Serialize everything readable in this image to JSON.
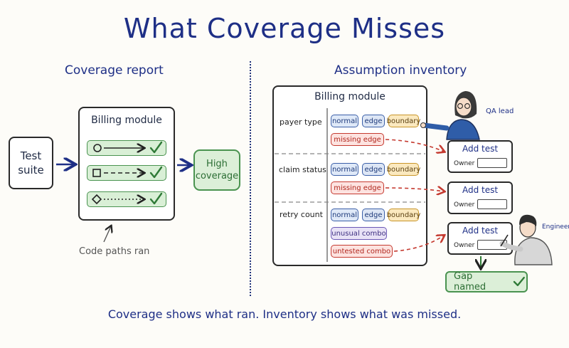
{
  "title": "What Coverage Misses",
  "left": {
    "heading": "Coverage report",
    "test_suite": "Test suite",
    "module_title": "Billing module",
    "result": "High coverage",
    "annotation": "Code paths ran"
  },
  "right": {
    "heading": "Assumption inventory",
    "module_title": "Billing module",
    "rows": [
      {
        "label": "payer type",
        "chips": [
          "normal",
          "edge",
          "boundary"
        ],
        "gap": "missing edge"
      },
      {
        "label": "claim status",
        "chips": [
          "normal",
          "edge",
          "boundary"
        ],
        "gap": "missing edge"
      },
      {
        "label": "retry count",
        "chips": [
          "normal",
          "edge",
          "boundary"
        ],
        "extra": "unusual combo",
        "gap": "untested combo"
      }
    ],
    "add_test_label": "Add test",
    "owner_label": "Owner",
    "qa_lead": "QA lead",
    "engineer": "Engineer",
    "gap_named": "Gap named"
  },
  "caption": "Coverage shows what ran. Inventory shows what was missed.",
  "colors": {
    "ink": "#1e2f86",
    "green": "#4a9350",
    "red": "#c53a30"
  }
}
